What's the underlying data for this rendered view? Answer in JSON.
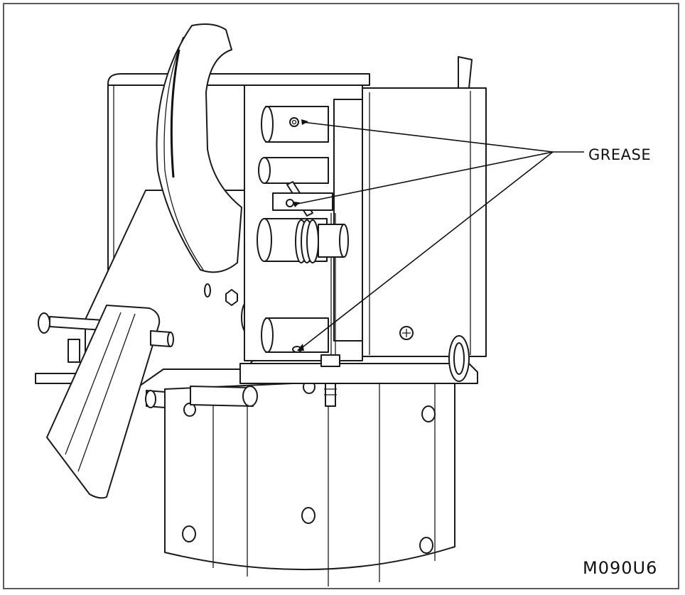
{
  "diagram": {
    "callout_label": "GREASE",
    "drawing_number": "M090U6",
    "grease_points": 3
  }
}
